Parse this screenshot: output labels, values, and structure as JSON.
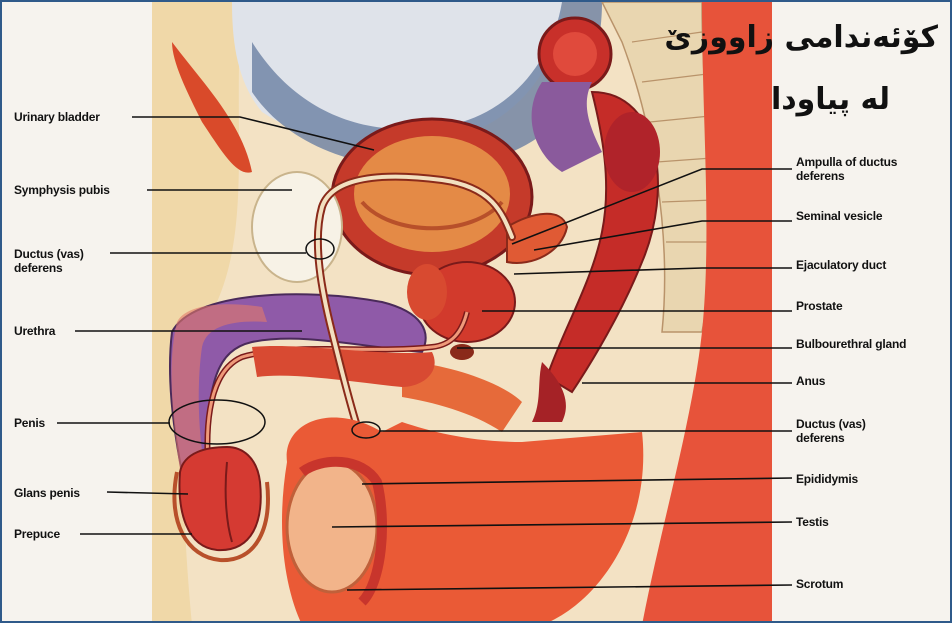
{
  "title": {
    "line1": "کۆئەندامی زاووزێ",
    "line2": "لە پیاودا"
  },
  "labels_left": {
    "urinary_bladder": "Urinary bladder",
    "symphysis_pubis": "Symphysis pubis",
    "ductus_deferens_left": "Ductus (vas) deferens",
    "urethra": "Urethra",
    "penis": "Penis",
    "glans_penis": "Glans penis",
    "prepuce": "Prepuce"
  },
  "labels_right": {
    "ampulla": "Ampulla of ductus deferens",
    "seminal_vesicle": "Seminal vesicle",
    "ejaculatory_duct": "Ejaculatory duct",
    "prostate": "Prostate",
    "bulbourethral": "Bulbourethral gland",
    "anus": "Anus",
    "ductus_deferens_right": "Ductus (vas) deferens",
    "epididymis": "Epididymis",
    "testis": "Testis",
    "scrotum": "Scrotum"
  }
}
